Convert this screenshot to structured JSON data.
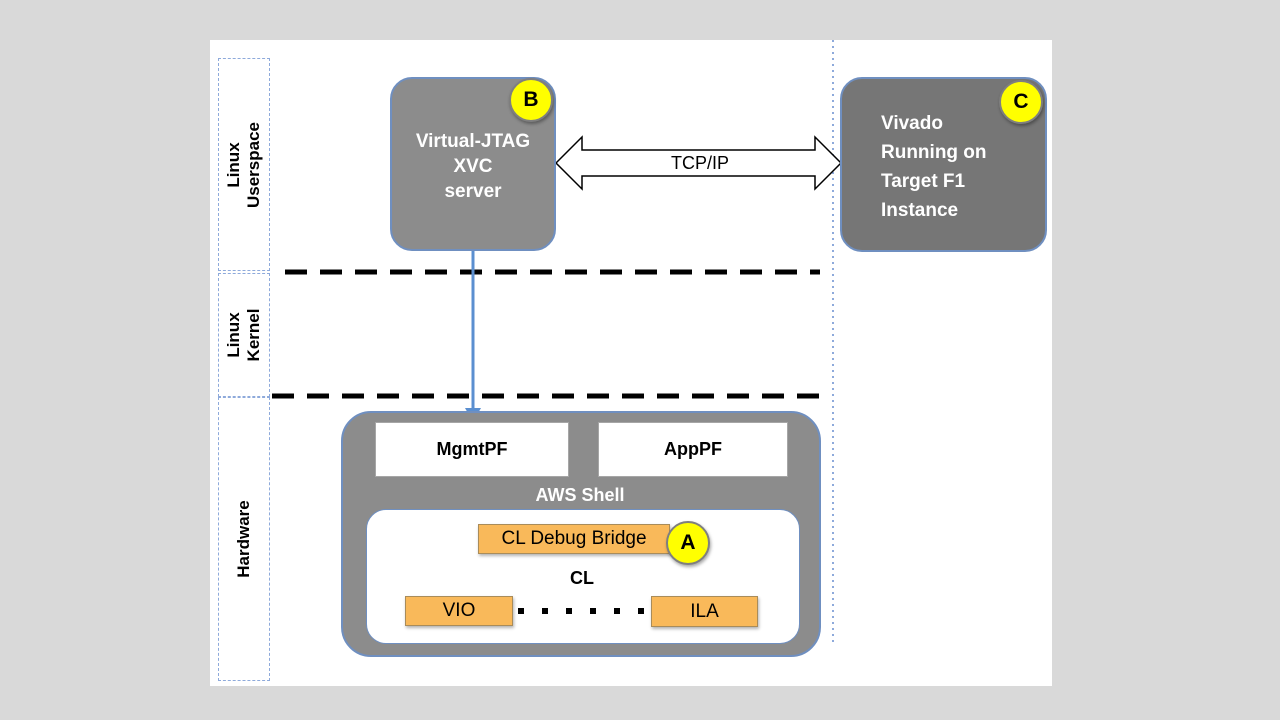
{
  "layers": {
    "userspace": [
      "Linux",
      "Userspace"
    ],
    "kernel": [
      "Linux",
      "Kernel"
    ],
    "hardware": "Hardware"
  },
  "server_box": {
    "lines": [
      "Virtual-JTAG",
      "XVC",
      "server"
    ],
    "marker": "B"
  },
  "vivado_box": {
    "lines": [
      "Vivado",
      "Running on",
      "Target F1",
      "Instance"
    ],
    "marker": "C"
  },
  "link_label": "TCP/IP",
  "shell": {
    "label": "AWS Shell",
    "mgmt_pf": "MgmtPF",
    "app_pf": "AppPF"
  },
  "cl": {
    "label": "CL",
    "debug_bridge": "CL Debug Bridge",
    "debug_bridge_marker": "A",
    "vio": "VIO",
    "ila": "ILA"
  },
  "colors": {
    "background": "#d9d9d9",
    "gray_box": "#8c8c8c",
    "dark_gray_box": "#767676",
    "marker_yellow": "#ffff00",
    "orange": "#f9b95a",
    "arrow_blue": "#5b8fd0"
  }
}
